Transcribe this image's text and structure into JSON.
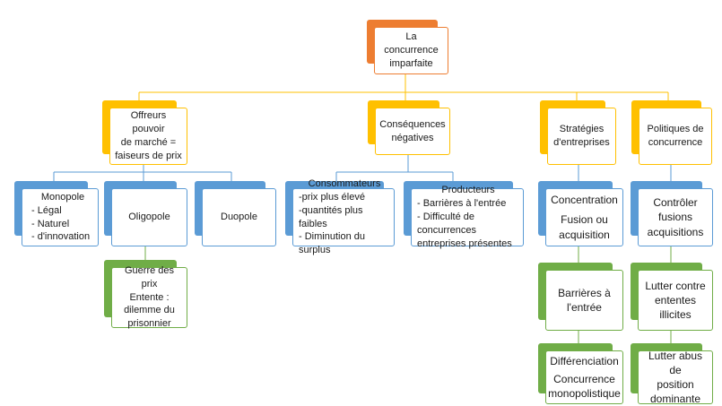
{
  "root": {
    "line1": "La concurrence",
    "line2": "imparfaite"
  },
  "level1": {
    "offreurs": {
      "line1": "Offreurs pouvoir",
      "line2": "de marché =",
      "line3": "faiseurs de prix"
    },
    "consequences": {
      "line1": "Conséquences",
      "line2": "négatives"
    },
    "strategies": {
      "line1": "Stratégies",
      "line2": "d'entreprises"
    },
    "politiques": {
      "line1": "Politiques de",
      "line2": "concurrence"
    }
  },
  "level2": {
    "monopole": {
      "title": "Monopole",
      "items": [
        "- Légal",
        "- Naturel",
        "- d'innovation"
      ]
    },
    "oligopole": {
      "title": "Oligopole"
    },
    "duopole": {
      "title": "Duopole"
    },
    "consommateurs": {
      "title": "Consommateurs",
      "items": [
        "-prix plus élevé",
        "-quantités plus faibles",
        "- Diminution du surplus"
      ]
    },
    "producteurs": {
      "title": "Producteurs",
      "items": [
        "- Barrières à l'entrée",
        "- Difficulté de concurrences",
        "entreprises présentes"
      ]
    },
    "concentration": {
      "line1": "Concentration",
      "line2": "Fusion ou",
      "line3": "acquisition"
    },
    "controler": {
      "line1": "Contrôler",
      "line2": "fusions",
      "line3": "acquisitions"
    }
  },
  "level3": {
    "guerre": {
      "line1": "Guerre des prix",
      "line2": "Entente :",
      "line3": "dilemme du",
      "line4": "prisonnier"
    },
    "barrieres": {
      "line1": "Barrières à",
      "line2": "l'entrée"
    },
    "lutter_ententes": {
      "line1": "Lutter contre",
      "line2": "ententes",
      "line3": "illicites"
    }
  },
  "level4": {
    "differenciation": {
      "line1": "Différenciation",
      "line2": "Concurrence",
      "line3": "monopolistique"
    },
    "lutter_abus": {
      "line1": "Lutter abus de",
      "line2": "position",
      "line3": "dominante"
    }
  },
  "colors": {
    "root": "#ed7d31",
    "level1": "#ffc000",
    "level2": "#5b9bd5",
    "level3": "#70ad47"
  }
}
